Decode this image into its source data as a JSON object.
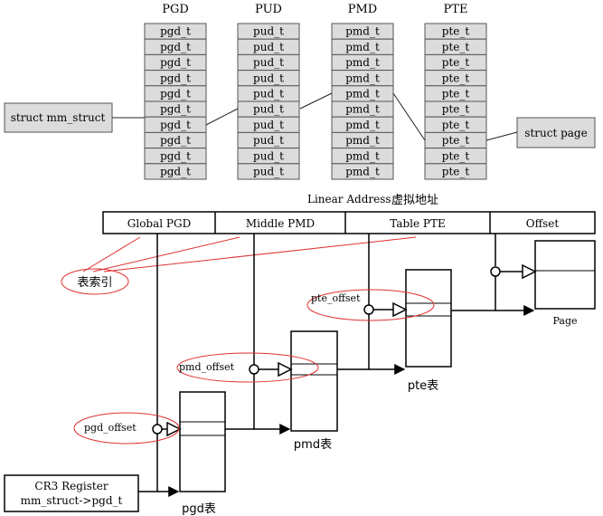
{
  "tables": [
    {
      "header": "PGD",
      "entry": "pgd_t",
      "rows": 10
    },
    {
      "header": "PUD",
      "entry": "pud_t",
      "rows": 10
    },
    {
      "header": "PMD",
      "entry": "pmd_t",
      "rows": 10
    },
    {
      "header": "PTE",
      "entry": "pte_t",
      "rows": 10
    }
  ],
  "mm_struct_label": "struct mm_struct",
  "page_struct_label": "struct page",
  "linear_address": {
    "label": "Linear Address",
    "label_cn": "虚拟地址"
  },
  "address_fields": [
    "Global PGD",
    "Middle PMD",
    "Table PTE",
    "Offset"
  ],
  "table_index_label": "表索引",
  "offsets": {
    "pte": "pte_offset",
    "pmd": "pmd_offset",
    "pgd": "pgd_offset"
  },
  "table_labels": {
    "pte": "pte表",
    "pmd": "pmd表",
    "pgd": "pgd表",
    "page": "Page"
  },
  "cr3": {
    "line1": "CR3 Register",
    "line2": "mm_struct->pgd_t"
  },
  "colors": {
    "cell_fill": "#dcdcdc",
    "annotation": "#e03030",
    "line": "#000000"
  }
}
